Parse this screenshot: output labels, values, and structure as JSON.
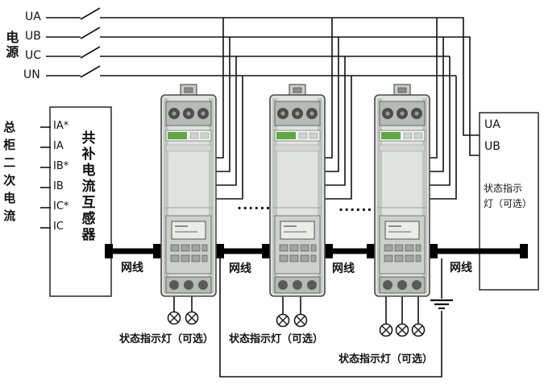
{
  "colors": {
    "wire": "#111111",
    "bus": "#000000",
    "device_body": "#dfe2df",
    "green_strip": "#5fa844"
  },
  "power": {
    "label": "电源",
    "phases": [
      "UA",
      "UB",
      "UC",
      "UN"
    ]
  },
  "left_panel": {
    "side_label": "总柜二次电流",
    "terminals": [
      "IA*",
      "IA",
      "IB*",
      "IB",
      "IC*",
      "IC"
    ],
    "device_label": "共补电流互感器"
  },
  "network_labels": [
    "网线",
    "网线",
    "网线",
    "网线"
  ],
  "status_labels": [
    "状态指示灯（可选）",
    "状态指示灯（可选）",
    "状态指示灯（可选）"
  ],
  "right_panel": {
    "phase_a": "UA",
    "phase_b": "UB",
    "status_note_line1": "状态指示",
    "status_note_line2": "灯（可选）"
  },
  "ellipses": [
    "......",
    "......"
  ]
}
